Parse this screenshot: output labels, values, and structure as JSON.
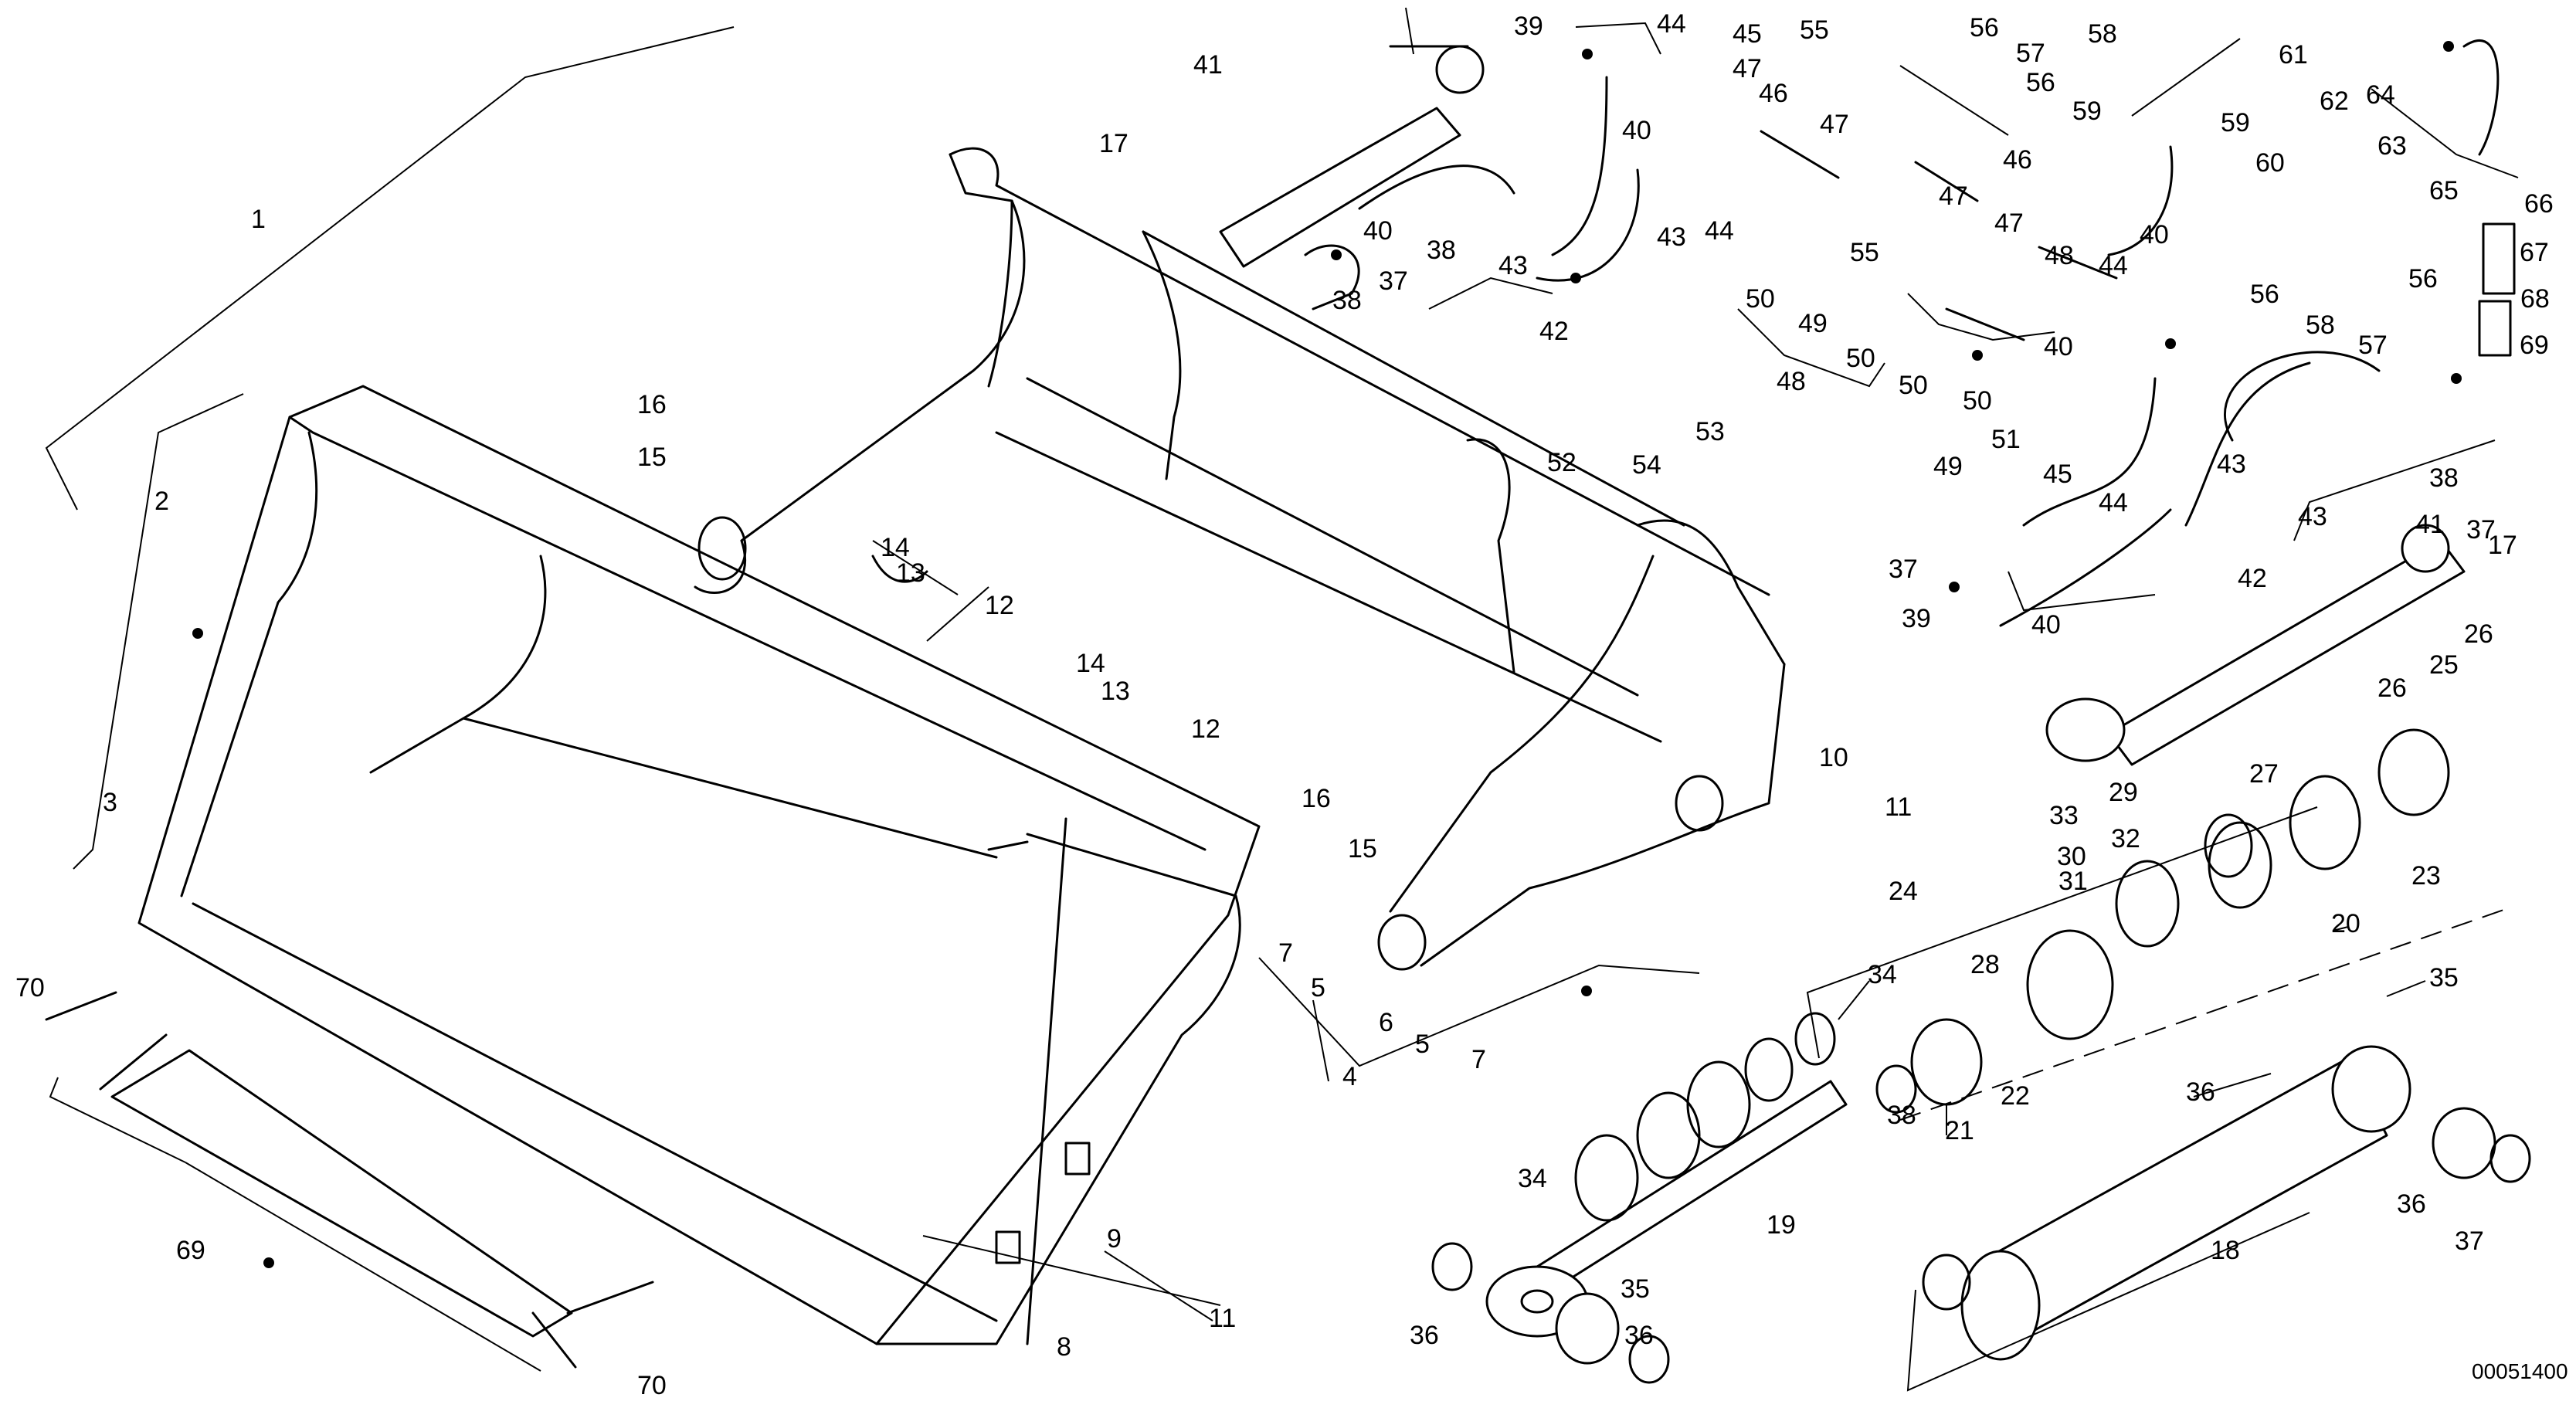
{
  "drawing_number": "00051400",
  "callouts": [
    "1",
    "2",
    "3",
    "4",
    "5",
    "5",
    "6",
    "7",
    "7",
    "8",
    "9",
    "10",
    "11",
    "11",
    "12",
    "12",
    "13",
    "13",
    "14",
    "14",
    "15",
    "15",
    "16",
    "16",
    "17",
    "17",
    "18",
    "19",
    "20",
    "21",
    "22",
    "23",
    "24",
    "25",
    "26",
    "26",
    "27",
    "28",
    "29",
    "30",
    "31",
    "32",
    "33",
    "34",
    "34",
    "35",
    "35",
    "36",
    "36",
    "36",
    "36",
    "37",
    "37",
    "37",
    "37",
    "38",
    "38",
    "38",
    "38",
    "39",
    "39",
    "40",
    "40",
    "40",
    "40",
    "40",
    "41",
    "41",
    "42",
    "42",
    "43",
    "43",
    "43",
    "43",
    "44",
    "44",
    "44",
    "44",
    "45",
    "45",
    "46",
    "46",
    "47",
    "47",
    "47",
    "47",
    "48",
    "48",
    "49",
    "49",
    "50",
    "50",
    "50",
    "50",
    "51",
    "52",
    "53",
    "54",
    "55",
    "55",
    "56",
    "56",
    "56",
    "56",
    "57",
    "57",
    "58",
    "58",
    "59",
    "59",
    "60",
    "61",
    "62",
    "63",
    "64",
    "65",
    "66",
    "67",
    "68",
    "69",
    "69",
    "70",
    "70"
  ]
}
